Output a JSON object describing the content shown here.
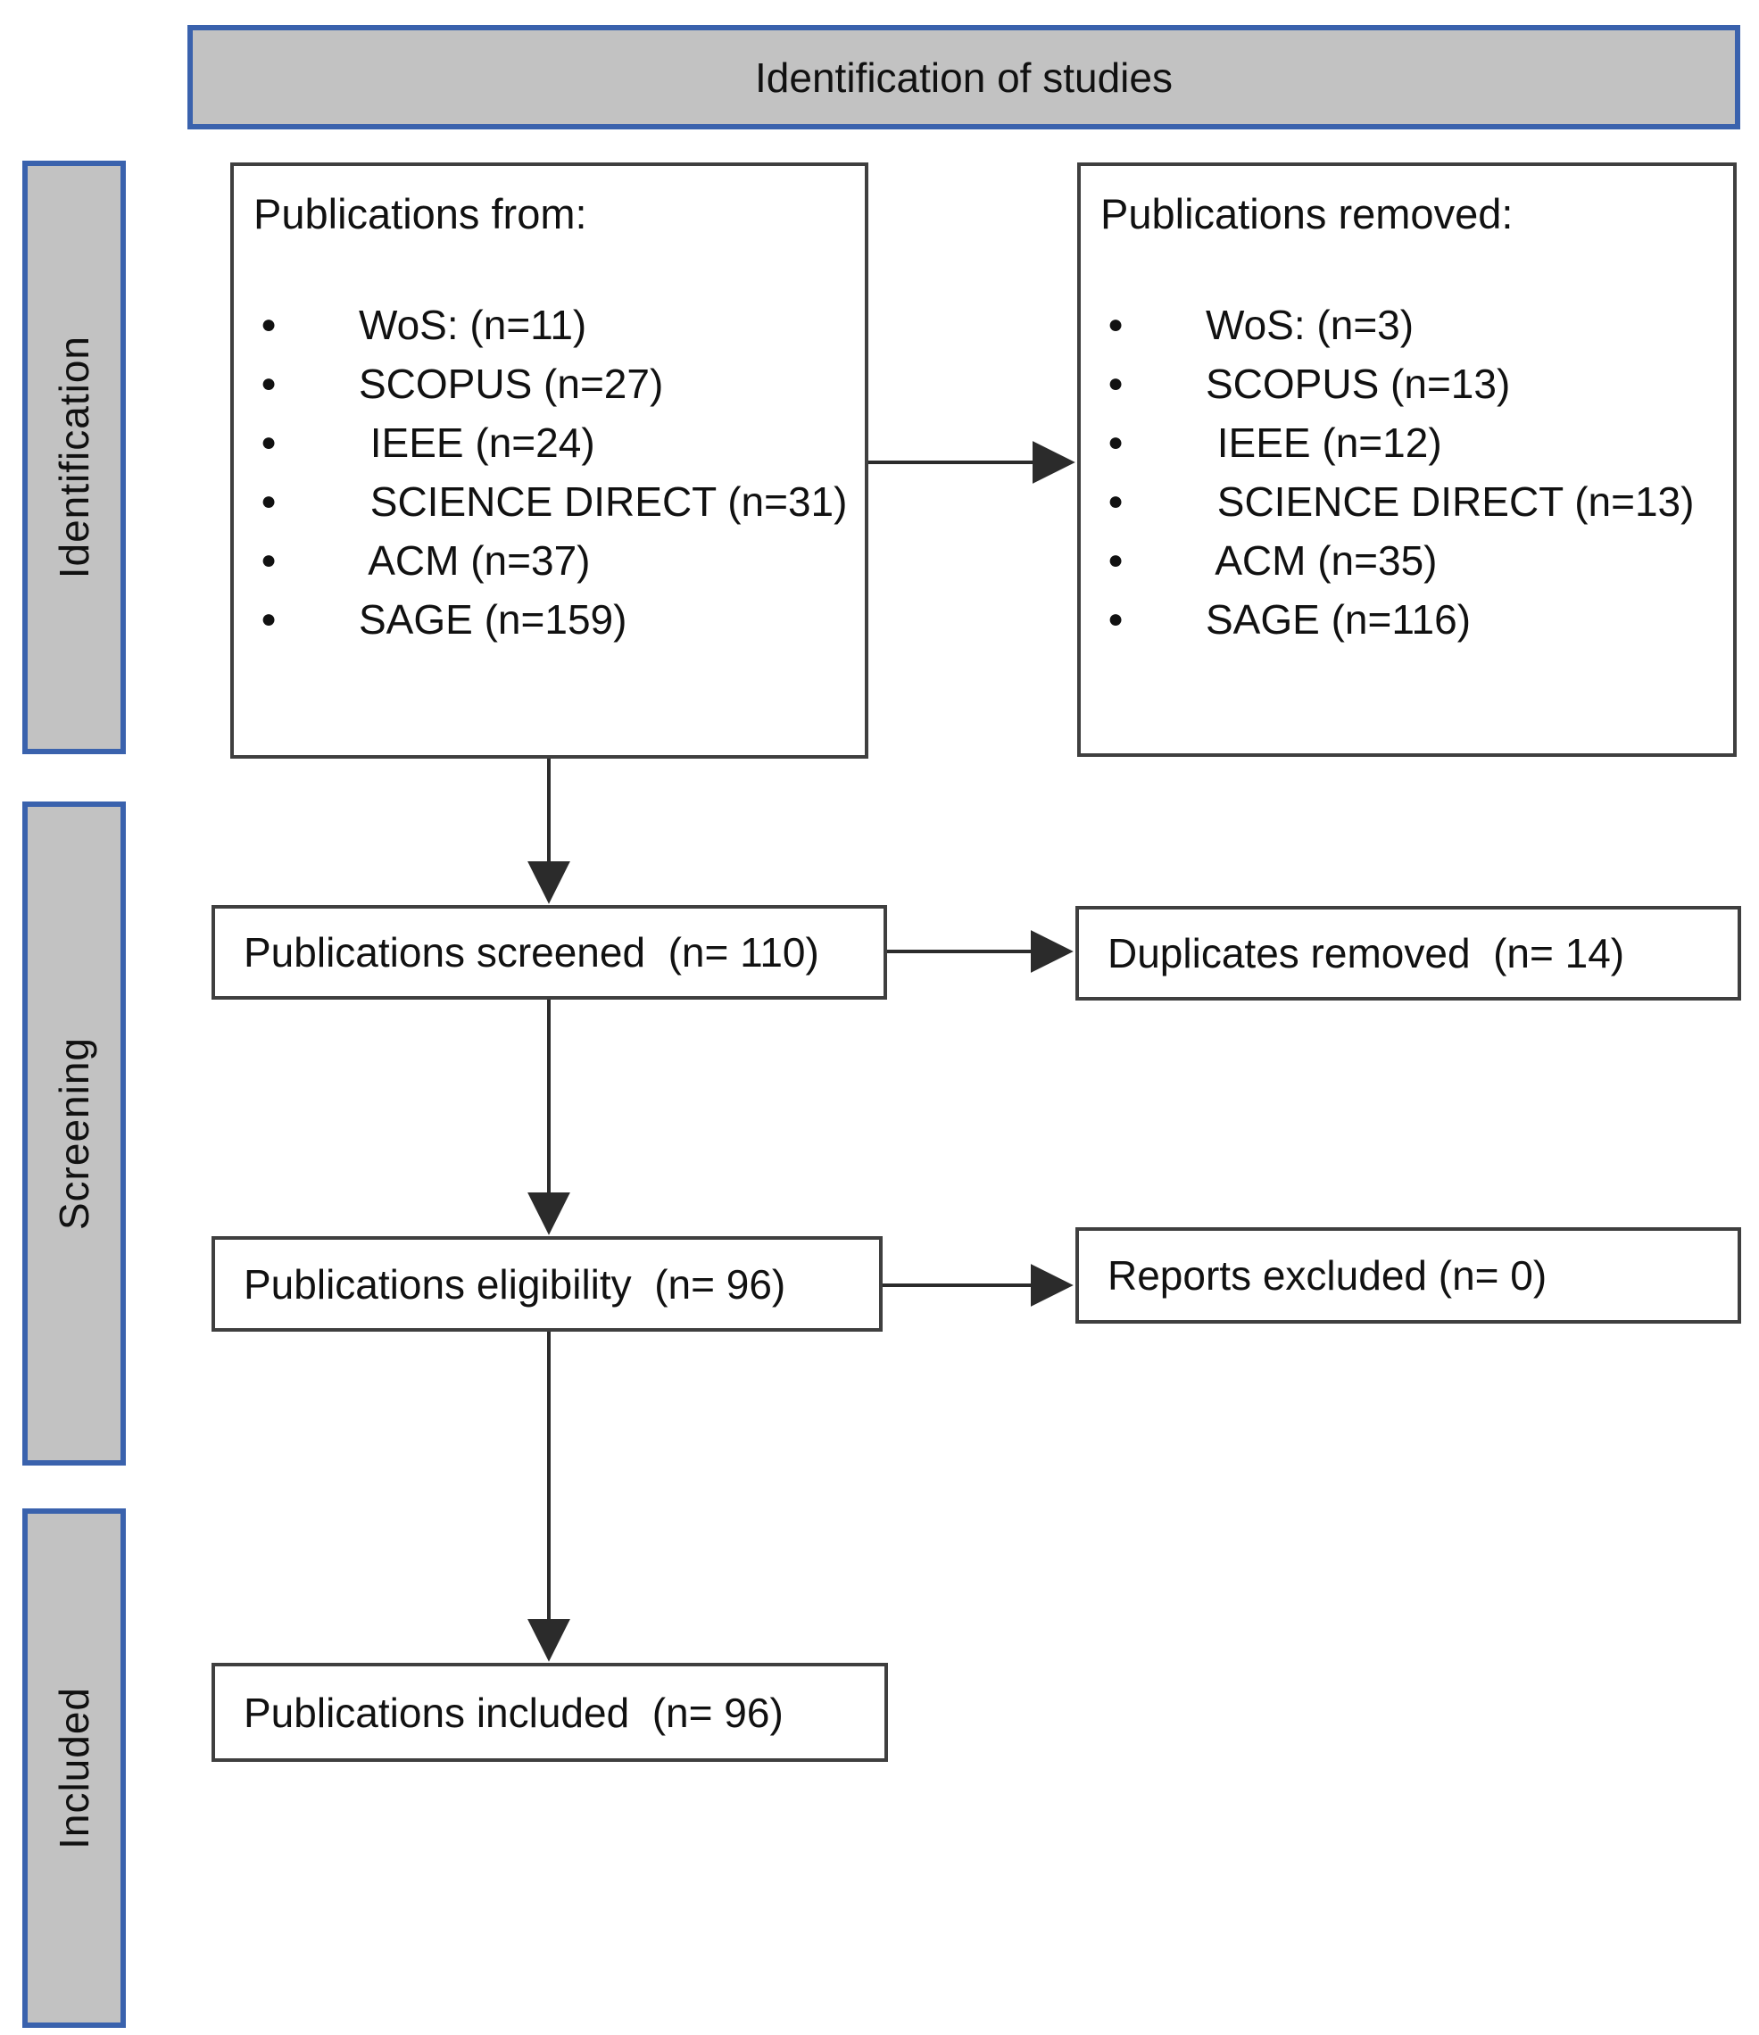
{
  "header": {
    "title": "Identification of studies"
  },
  "sidebar": {
    "stages": [
      {
        "label": "Identification"
      },
      {
        "label": "Screening"
      },
      {
        "label": "Included"
      }
    ]
  },
  "boxes": {
    "publications_from": {
      "title": "Publications from:",
      "items": [
        "WoS: (n=11)",
        "SCOPUS (n=27)",
        " IEEE (n=24)",
        " SCIENCE DIRECT (n=31)",
        " ACM (n=37)",
        "SAGE (n=159)"
      ]
    },
    "publications_removed": {
      "title": "Publications removed:",
      "items": [
        "WoS: (n=3)",
        "SCOPUS (n=13)",
        " IEEE (n=12)",
        " SCIENCE DIRECT (n=13)",
        " ACM (n=35)",
        "SAGE (n=116)"
      ]
    },
    "publications_screened": {
      "label": "Publications screened  (n= 110)"
    },
    "duplicates_removed": {
      "label": "Duplicates removed  (n= 14)"
    },
    "publications_eligibility": {
      "label": "Publications eligibility  (n= 96)"
    },
    "reports_excluded": {
      "label": "Reports excluded (n= 0)"
    },
    "publications_included": {
      "label": "Publications included  (n= 96)"
    }
  },
  "colors": {
    "stage_fill": "#c2c2c2",
    "stage_border": "#3a62ad",
    "flow_border": "#3f3f3f",
    "arrow": "#2b2b2b"
  }
}
